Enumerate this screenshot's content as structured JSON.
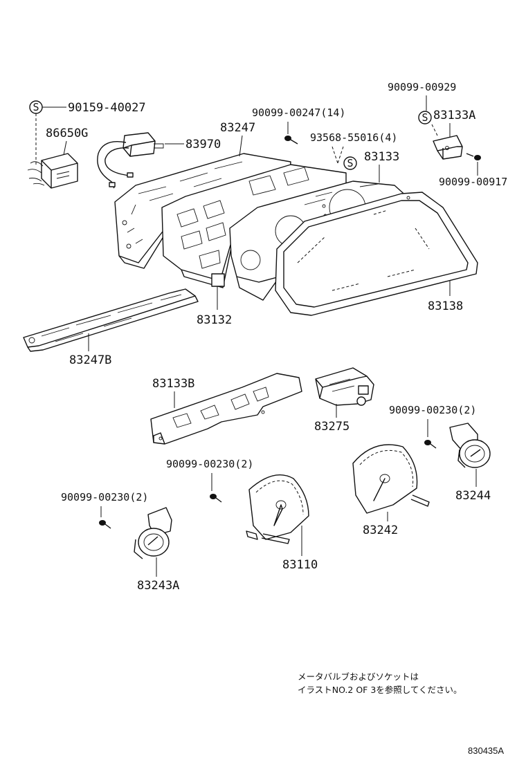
{
  "labels": {
    "p90159_40027": "90159-40027",
    "p86650G": "86650G",
    "p83970": "83970",
    "p83247": "83247",
    "p90099_00247": "90099-00247(14)",
    "p93568_55016": "93568-55016(4)",
    "p90099_00929": "90099-00929",
    "p83133A": "83133A",
    "p83133": "83133",
    "p90099_00917": "90099-00917",
    "p83138": "83138",
    "p83132": "83132",
    "p83247B": "83247B",
    "p83133B": "83133B",
    "p83275": "83275",
    "p90099_00230_right": "90099-00230(2)",
    "p83244": "83244",
    "p90099_00230_mid": "90099-00230(2)",
    "p90099_00230_left": "90099-00230(2)",
    "p83242": "83242",
    "p83110": "83110",
    "p83243A": "83243A"
  },
  "symbols": {
    "s_mark": "S"
  },
  "note": {
    "line1": "メータバルブおよびソケットは",
    "line2": "イラストNO.2 OF 3を参照してください。"
  },
  "figure_code": "830435A"
}
